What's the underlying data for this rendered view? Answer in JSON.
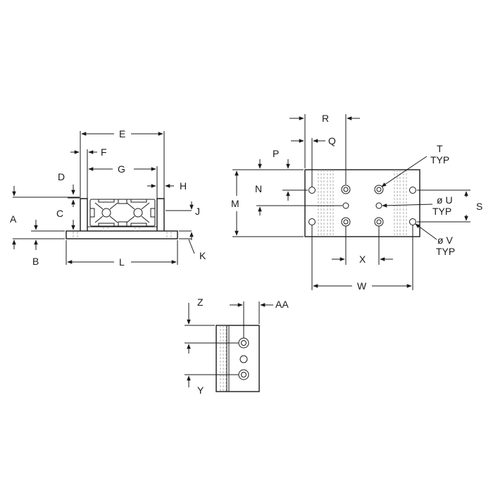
{
  "labels": {
    "A": "A",
    "B": "B",
    "C": "C",
    "D": "D",
    "E": "E",
    "F": "F",
    "G": "G",
    "H": "H",
    "J": "J",
    "K": "K",
    "L": "L",
    "M": "M",
    "N": "N",
    "P": "P",
    "Q": "Q",
    "R": "R",
    "S": "S",
    "T": "T",
    "T_typ": "TYP",
    "U": "ø U",
    "U_typ": "TYP",
    "V": "ø V",
    "V_typ": "TYP",
    "W": "W",
    "X": "X",
    "Y": "Y",
    "Z": "Z",
    "AA": "AA"
  }
}
